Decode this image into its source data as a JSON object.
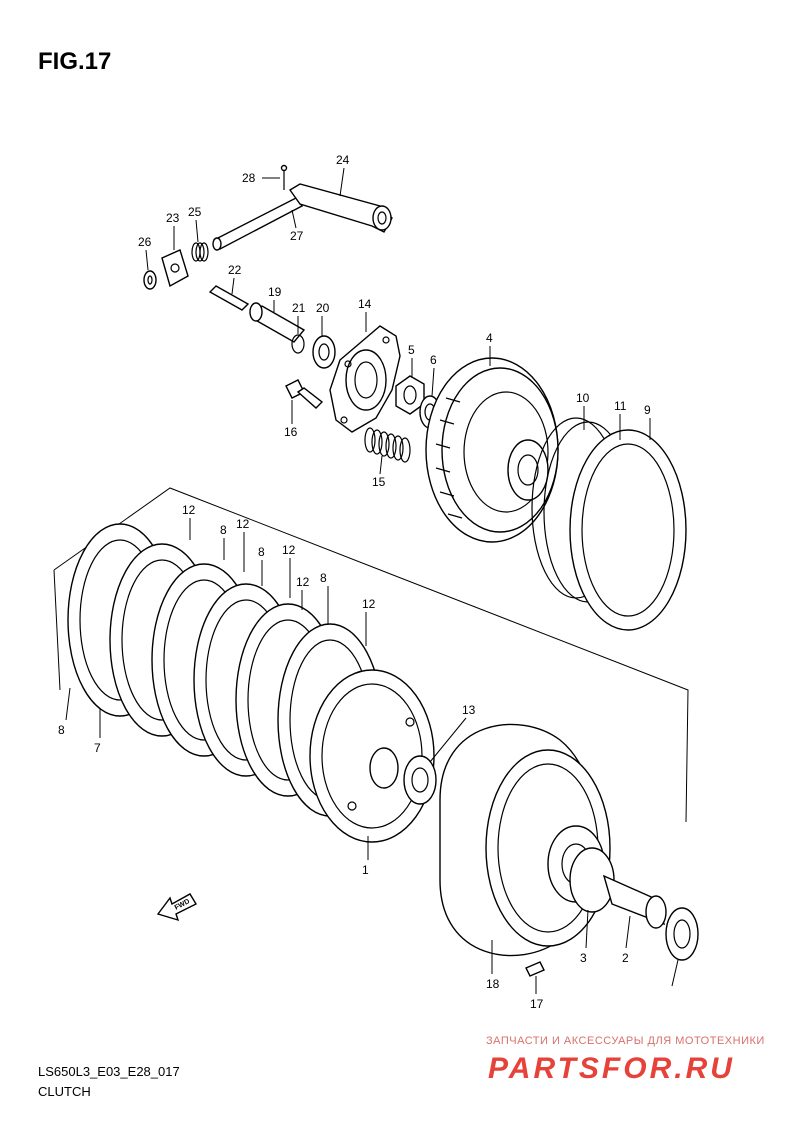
{
  "figure_title": "FIG.17",
  "diagram_code": "LS650L3_E03_E28_017",
  "caption": "CLUTCH",
  "fwd_label": "FWD",
  "watermark": {
    "tagline": "ЗАПЧАСТИ И АКСЕССУАРЫ ДЛЯ МОТОТЕХНИКИ",
    "logo": "PARTSFOR.RU"
  },
  "callouts": [
    "28",
    "24",
    "23",
    "25",
    "26",
    "27",
    "22",
    "19",
    "21",
    "20",
    "14",
    "5",
    "6",
    "4",
    "16",
    "15",
    "10",
    "11",
    "9",
    "12",
    "8",
    "12",
    "8",
    "12",
    "8",
    "12",
    "12",
    "8",
    "7",
    "13",
    "1",
    "18",
    "17",
    "3",
    "2"
  ]
}
